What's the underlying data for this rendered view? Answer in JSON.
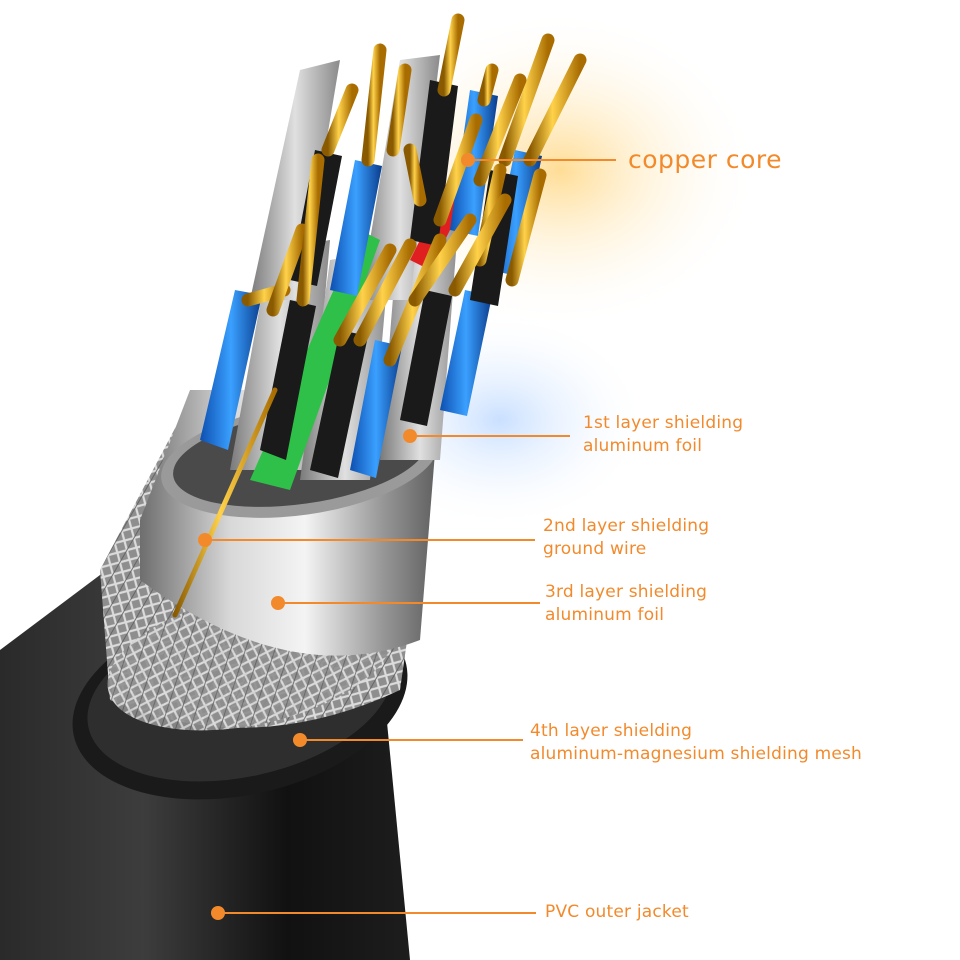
{
  "accent_color": "#f28a2c",
  "labels": {
    "copper_core": "copper core",
    "layer1": {
      "line1": "1st layer shielding",
      "line2": "aluminum foil"
    },
    "layer2": {
      "line1": "2nd layer shielding",
      "line2": "ground wire"
    },
    "layer3": {
      "line1": "3rd layer shielding",
      "line2": "aluminum foil"
    },
    "layer4": {
      "line1": "4th layer shielding",
      "line2": "aluminum-magnesium shielding mesh"
    },
    "jacket": "PVC outer jacket"
  }
}
